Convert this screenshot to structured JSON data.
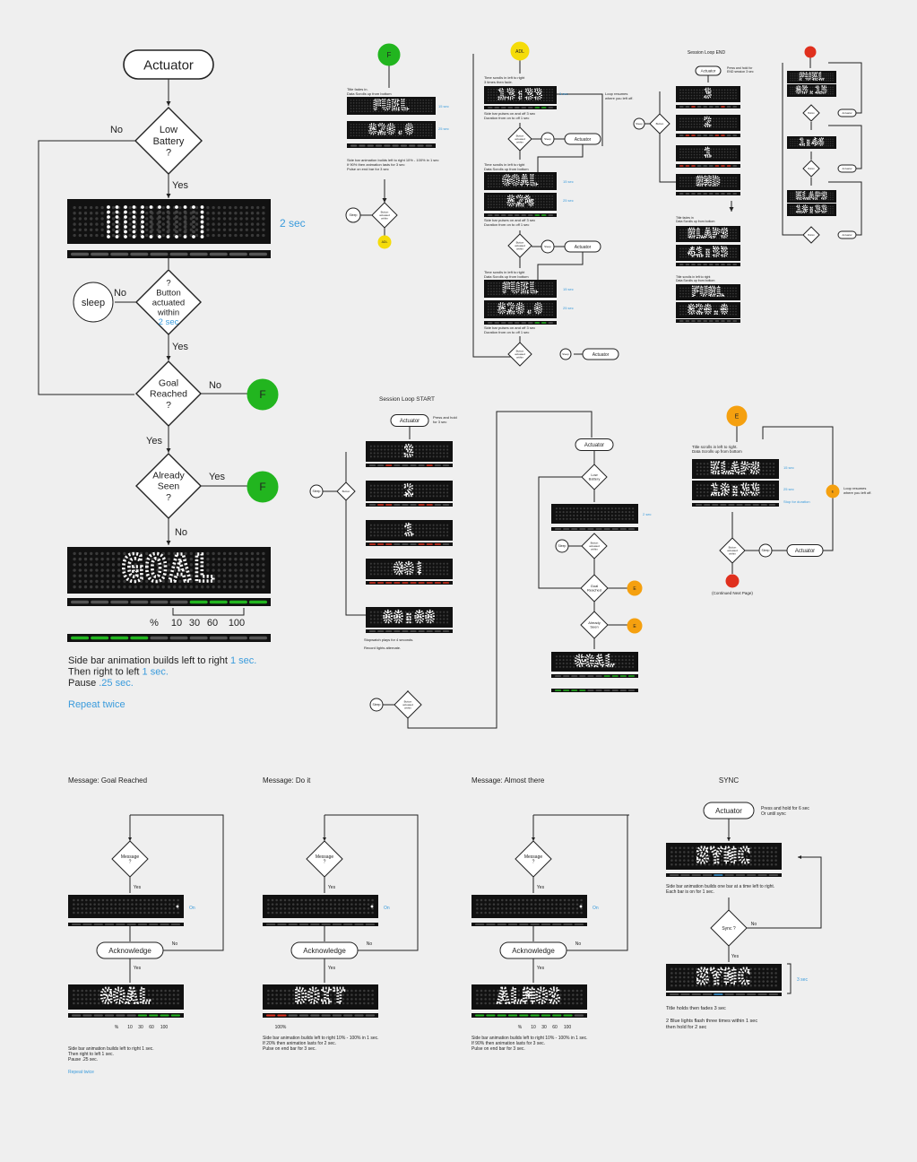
{
  "main": {
    "actuator": "Actuator",
    "low_battery": [
      "Low",
      "Battery",
      "?"
    ],
    "no": "No",
    "yes": "Yes",
    "sleep": "sleep",
    "two_sec": "2 sec",
    "button_q": [
      "?",
      "Button",
      "actuated",
      "within"
    ],
    "within_time": "2 sec",
    "goal_reached": [
      "Goal",
      "Reached",
      "?"
    ],
    "already_seen": [
      "Already",
      "Seen",
      "?"
    ],
    "f_label": "F",
    "percent_labels": [
      "%",
      "10",
      "30",
      "60",
      "100"
    ],
    "notes": [
      {
        "text": "Side bar animation builds left to right ",
        "hl": "1 sec."
      },
      {
        "text": "Then right to left ",
        "hl": "1 sec."
      },
      {
        "text": "Pause ",
        "hl": ".25 sec."
      }
    ],
    "repeat": "Repeat twice"
  },
  "session_end": {
    "title": "Session Loop END"
  },
  "session_start": {
    "title": "Session Loop START"
  },
  "markers": {
    "f": "F",
    "adl": "ADL",
    "e": "E"
  },
  "continued": "(Continued Next Page)",
  "messages": [
    {
      "title": "Message: Goal Reached",
      "display": "GOAL"
    },
    {
      "title": "Message: Do it",
      "display": "DOIT"
    },
    {
      "title": "Message: Almost there",
      "display": "ALMOS"
    }
  ],
  "msg_common": {
    "message_q": [
      "Message",
      "?"
    ],
    "acknowledge": "Acknowledge",
    "on": "On",
    "yes": "Yes",
    "no": "No"
  },
  "msg_notes": [
    [
      "Side bar animation builds left to right 1 sec.",
      "Then right to left 1 sec.",
      "Pause .25 sec.",
      "Repeat twice"
    ],
    [
      "Side bar animation builds left to right  10% - 100% in 1 sec.",
      "If 20% then animation lasts for 2 sec.",
      "Pulse on end bar for 3 sec."
    ],
    [
      "Side bar animation builds left to right  10% - 100% in 1 sec.",
      "If 90% then animation lasts for 3 sec.",
      "Pulse on end bar for 3 sec."
    ]
  ],
  "sync": {
    "title": "SYNC",
    "actuator": "Actuator",
    "press_hold": [
      "Press and hold for 6 sec",
      "Or until sync"
    ],
    "display": "SYNC",
    "note1": [
      "Side bar animation builds one bar at a time left to right.",
      "Each bar is on for 1 sec."
    ],
    "sync_q": "Sync ?",
    "yes": "Yes",
    "no": "No",
    "three_sec": "3 sec",
    "note2": [
      "Title holds then fades 3 sec",
      "2 Blue lights flash three times within 1 sec",
      "then hold for 2 sec"
    ]
  },
  "displays": {
    "fuel": "FUEL",
    "fuel_val": "820.0",
    "time": "13:33",
    "goal": "GOAL",
    "pct": "82%",
    "three": "3",
    "two": "2",
    "one": "1",
    "end": "END",
    "elaps": "ELAPS",
    "elaps_val": "19:33",
    "elaps_val2": "41:55",
    "fuel_val2": "85.15",
    "time2": "1:46",
    "go": "GO!",
    "start_time": "00:00"
  },
  "colors": {
    "green": "#22b51f",
    "yellow": "#f5dc0a",
    "orange": "#f5a00f",
    "red": "#e0301e",
    "blue": "#3a9bdc"
  }
}
